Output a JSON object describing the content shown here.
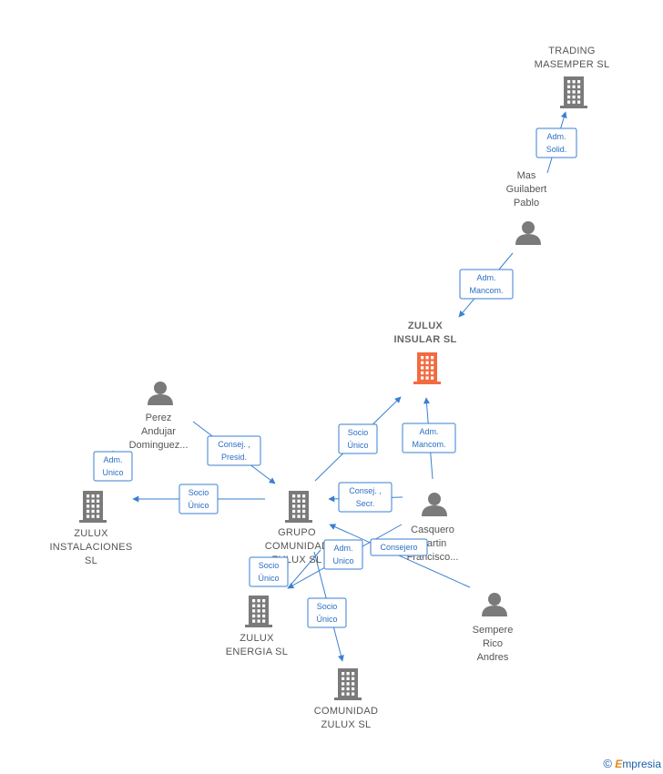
{
  "colors": {
    "edge": "#3a7fd0",
    "company": "#7a7a7a",
    "focus_company": "#f26a3f",
    "person": "#7a7a7a"
  },
  "nodes": [
    {
      "id": "trading",
      "type": "company",
      "lines": [
        "TRADING",
        "MASEMPER  SL"
      ]
    },
    {
      "id": "mas",
      "type": "person",
      "lines": [
        "Mas",
        "Guilabert",
        "Pablo"
      ]
    },
    {
      "id": "zulux_insular",
      "type": "company",
      "focus": true,
      "lines": [
        "ZULUX",
        "INSULAR  SL"
      ]
    },
    {
      "id": "perez",
      "type": "person",
      "lines": [
        "Perez",
        "Andujar",
        "Dominguez..."
      ]
    },
    {
      "id": "zulux_inst",
      "type": "company",
      "lines": [
        "ZULUX",
        "INSTALACIONES",
        "SL"
      ]
    },
    {
      "id": "grupo",
      "type": "company",
      "lines": [
        "GRUPO",
        "COMUNIDAD",
        "ZULUX  SL"
      ]
    },
    {
      "id": "casquero",
      "type": "person",
      "lines": [
        "Casquero",
        "Martin",
        "Francisco..."
      ]
    },
    {
      "id": "zulux_energia",
      "type": "company",
      "lines": [
        "ZULUX",
        "ENERGIA  SL"
      ]
    },
    {
      "id": "sempere",
      "type": "person",
      "lines": [
        "Sempere",
        "Rico",
        "Andres"
      ]
    },
    {
      "id": "comunidad",
      "type": "company",
      "lines": [
        "COMUNIDAD",
        "ZULUX  SL"
      ]
    }
  ],
  "edges": [
    {
      "id": "mas_trading",
      "lines": [
        "Adm.",
        "Solid."
      ]
    },
    {
      "id": "mas_insular",
      "lines": [
        "Adm.",
        "Mancom."
      ]
    },
    {
      "id": "grupo_insular",
      "lines": [
        "Socio",
        "Único"
      ]
    },
    {
      "id": "casquero_insular",
      "lines": [
        "Adm.",
        "Mancom."
      ]
    },
    {
      "id": "perez_grupo",
      "lines": [
        "Consej. ,",
        "Presid."
      ]
    },
    {
      "id": "perez_inst",
      "lines": [
        "Adm.",
        "Unico"
      ]
    },
    {
      "id": "grupo_inst",
      "lines": [
        "Socio",
        "Único"
      ]
    },
    {
      "id": "casquero_grupo",
      "lines": [
        "Consej. ,",
        "Secr."
      ]
    },
    {
      "id": "casquero_grupo2",
      "lines": [
        "Adm.",
        "Unico"
      ]
    },
    {
      "id": "sempere_grupo",
      "lines": [
        "Consejero"
      ]
    },
    {
      "id": "grupo_energia",
      "lines": [
        "Socio",
        "Único"
      ]
    },
    {
      "id": "grupo_comunidad",
      "lines": [
        "Socio",
        "Único"
      ]
    }
  ],
  "watermark": {
    "symbol": "©",
    "brand_initial": "E",
    "brand_rest": "mpresia"
  }
}
